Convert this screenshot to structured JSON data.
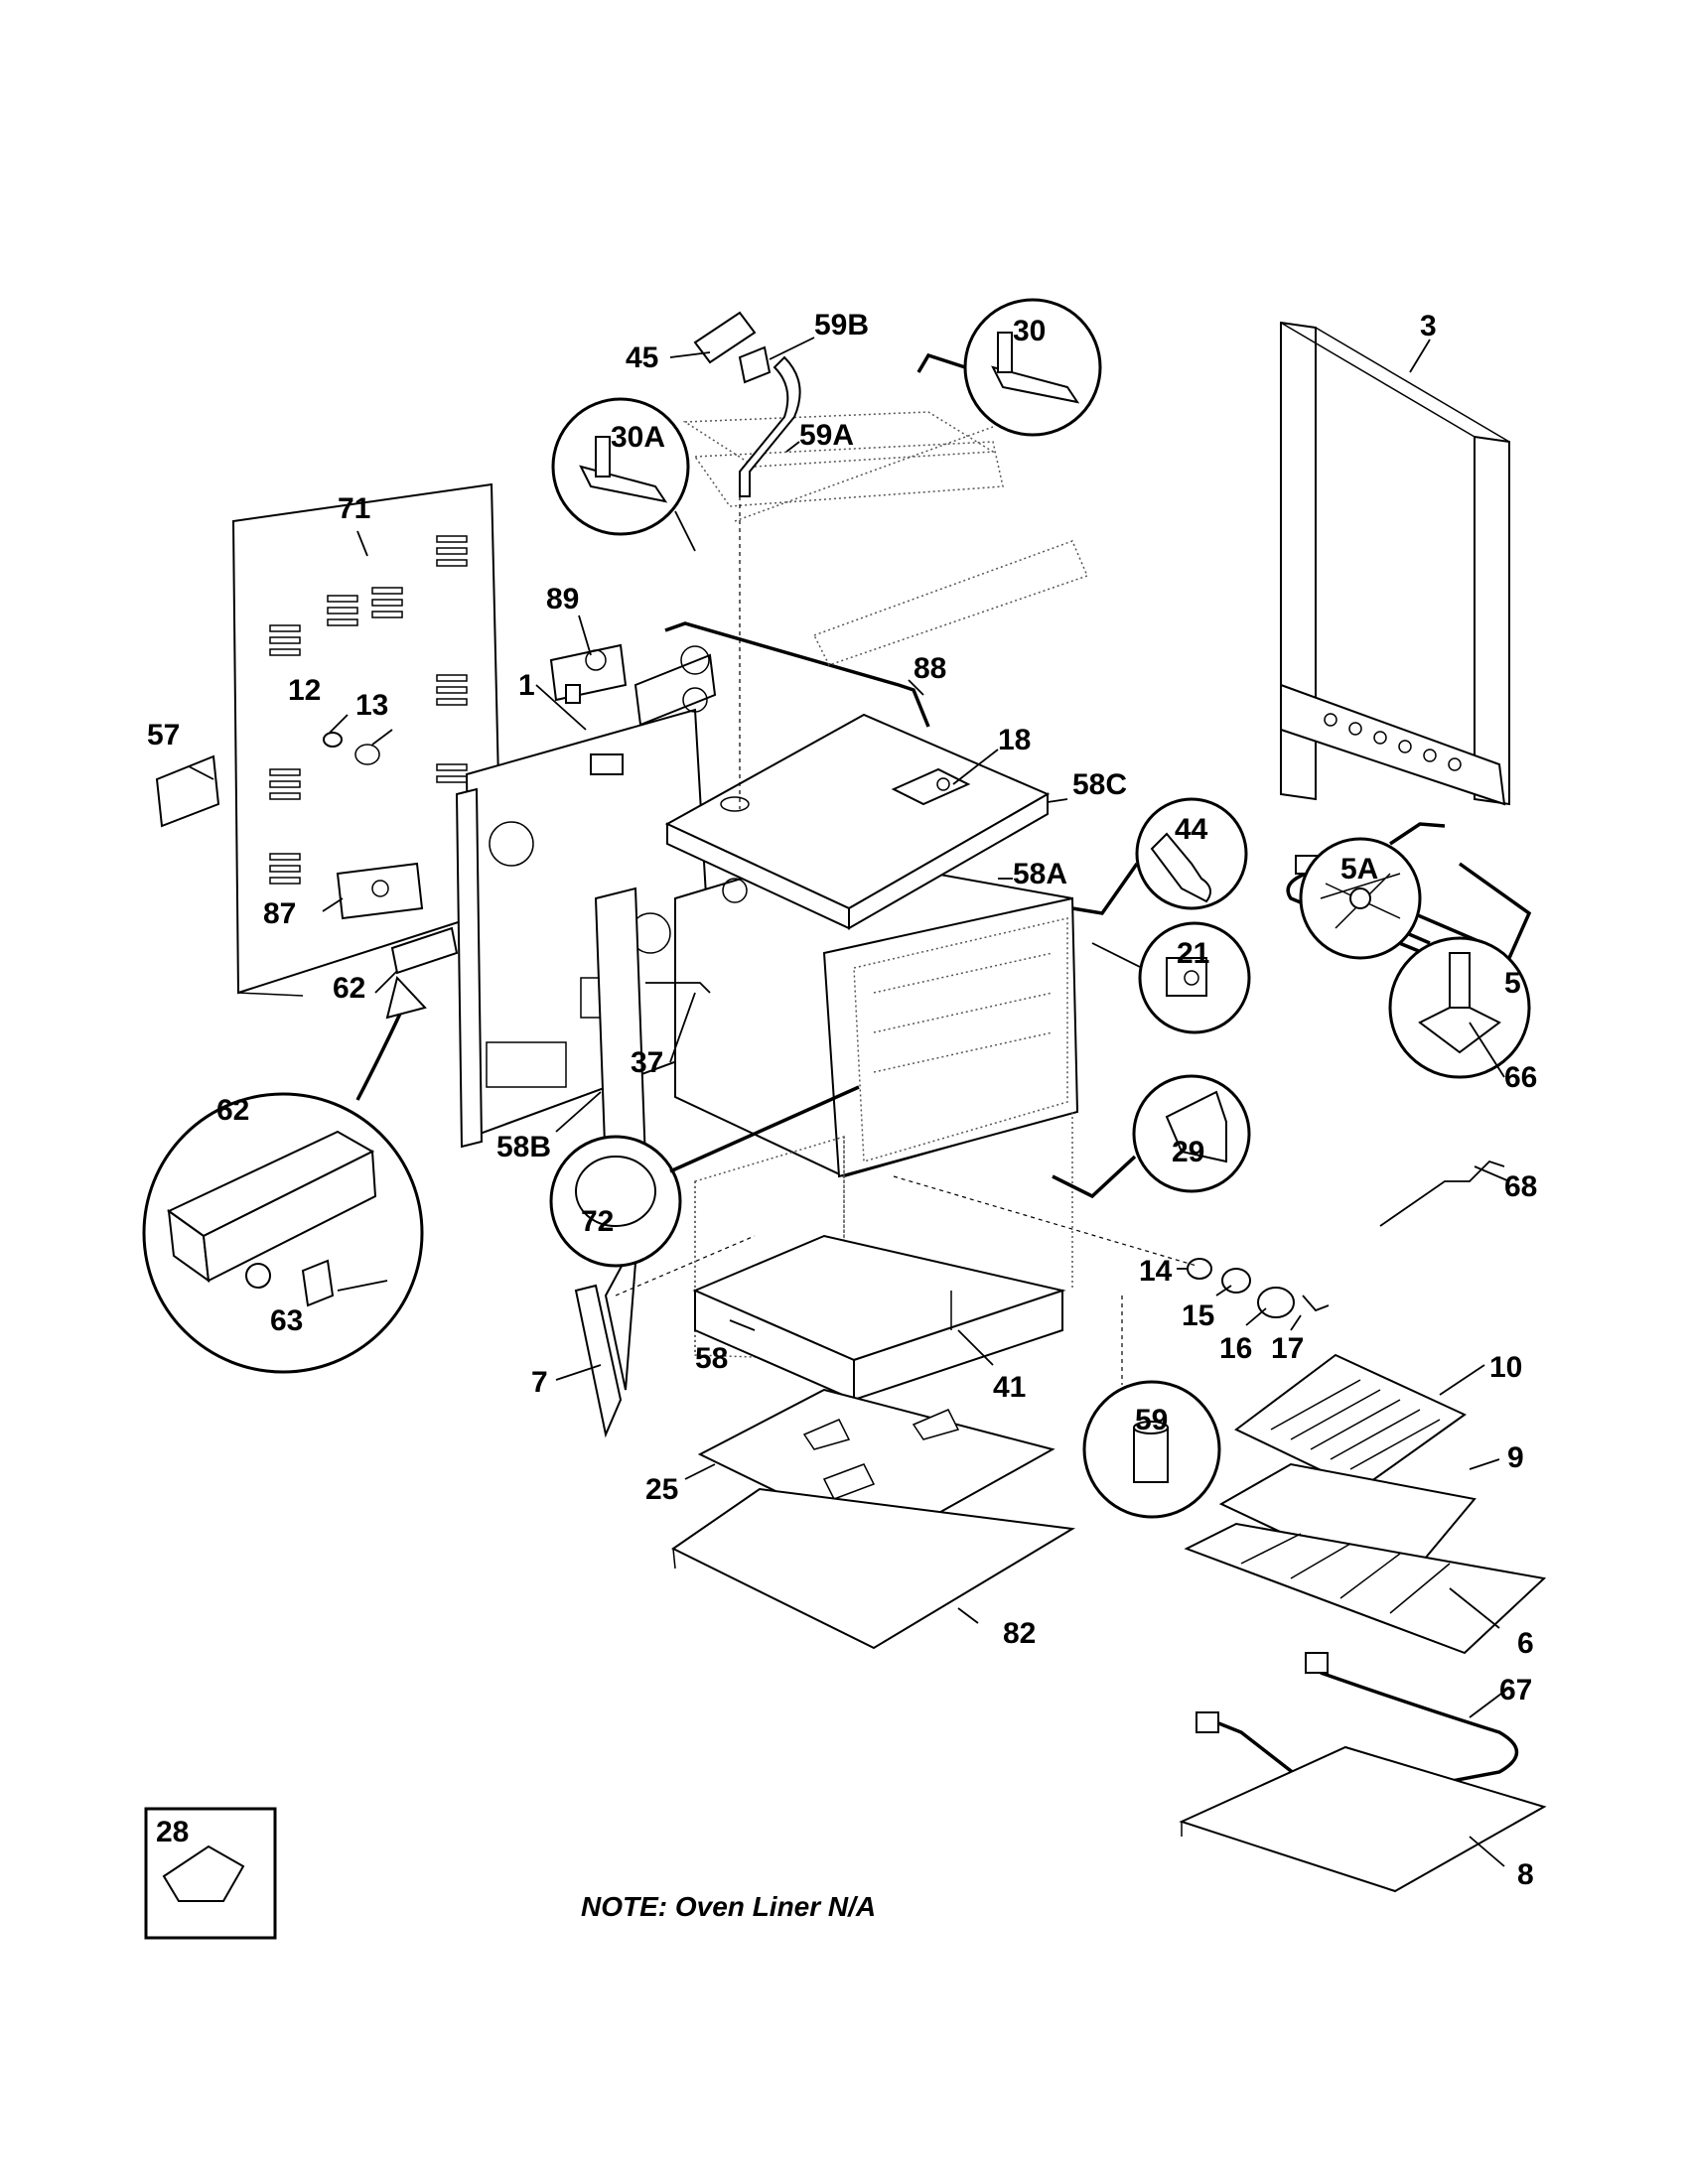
{
  "note": "NOTE:  Oven Liner N/A",
  "labels": {
    "p1": "1",
    "p3": "3",
    "p5": "5",
    "p5A": "5A",
    "p6": "6",
    "p7": "7",
    "p8": "8",
    "p9": "9",
    "p10": "10",
    "p12": "12",
    "p13": "13",
    "p14": "14",
    "p15": "15",
    "p16": "16",
    "p17": "17",
    "p18": "18",
    "p21": "21",
    "p25": "25",
    "p28": "28",
    "p29": "29",
    "p30": "30",
    "p30A": "30A",
    "p37": "37",
    "p41": "41",
    "p44": "44",
    "p45": "45",
    "p57": "57",
    "p58": "58",
    "p58A": "58A",
    "p58B": "58B",
    "p58C": "58C",
    "p59": "59",
    "p59A": "59A",
    "p59B": "59B",
    "p62": "62",
    "p62d": "62",
    "p63": "63",
    "p66": "66",
    "p67": "67",
    "p68": "68",
    "p71": "71",
    "p72": "72",
    "p82": "82",
    "p87": "87",
    "p88": "88",
    "p89": "89"
  }
}
